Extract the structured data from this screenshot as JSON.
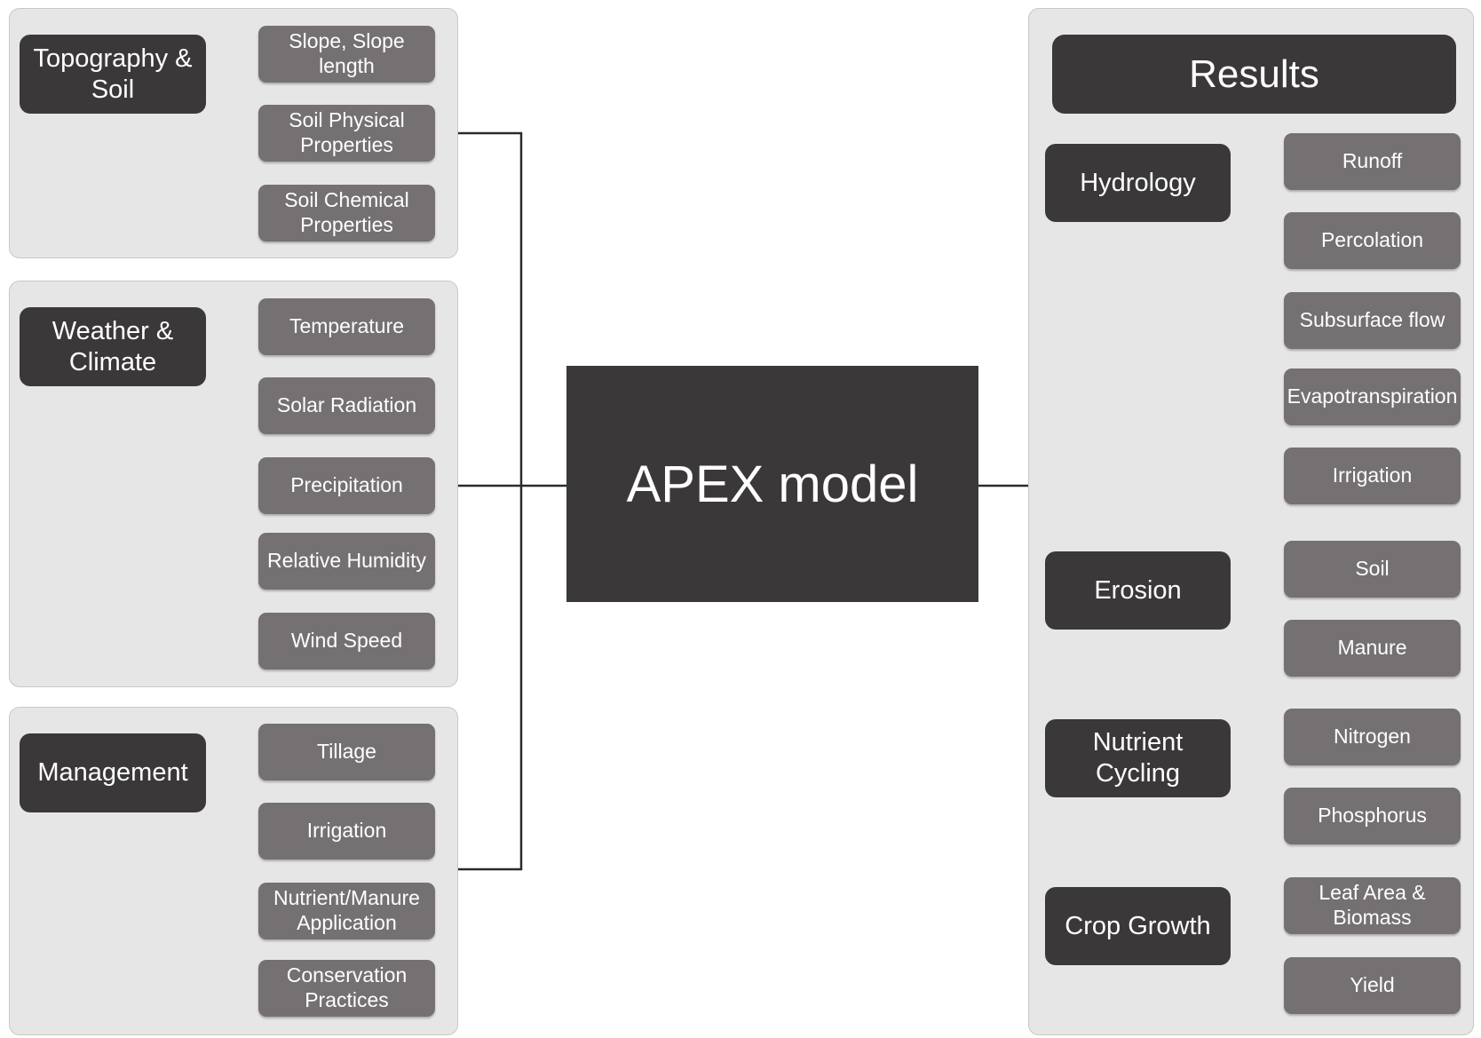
{
  "center": {
    "label": "APEX model"
  },
  "inputs": {
    "topography": {
      "label": "Topography &\nSoil",
      "items": [
        "Slope, Slope\nlength",
        "Soil Physical\nProperties",
        "Soil Chemical\nProperties"
      ]
    },
    "weather": {
      "label": "Weather &\nClimate",
      "items": [
        "Temperature",
        "Solar Radiation",
        "Precipitation",
        "Relative Humidity",
        "Wind Speed"
      ]
    },
    "management": {
      "label": "Management",
      "items": [
        "Tillage",
        "Irrigation",
        "Nutrient/Manure\nApplication",
        "Conservation\nPractices"
      ]
    }
  },
  "results": {
    "title": "Results",
    "hydrology": {
      "label": "Hydrology",
      "items": [
        "Runoff",
        "Percolation",
        "Subsurface flow",
        "Evapotranspiration",
        "Irrigation"
      ]
    },
    "erosion": {
      "label": "Erosion",
      "items": [
        "Soil",
        "Manure"
      ]
    },
    "nutrient": {
      "label": "Nutrient\nCycling",
      "items": [
        "Nitrogen",
        "Phosphorus"
      ]
    },
    "crop": {
      "label": "Crop Growth",
      "items": [
        "Leaf Area &\nBiomass",
        "Yield"
      ]
    }
  },
  "colors": {
    "dark_box": "#3b3839",
    "item_box": "#757172",
    "panel_bg": "#e7e6e6",
    "connector": "#2b2b2b"
  }
}
